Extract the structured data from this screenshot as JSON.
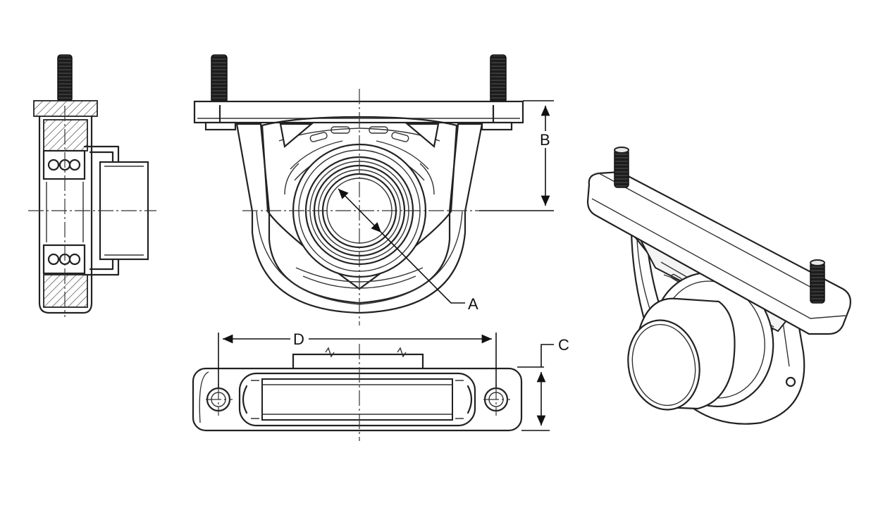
{
  "dimension_labels": {
    "a": "A",
    "b": "B",
    "c": "C",
    "d": "D"
  }
}
